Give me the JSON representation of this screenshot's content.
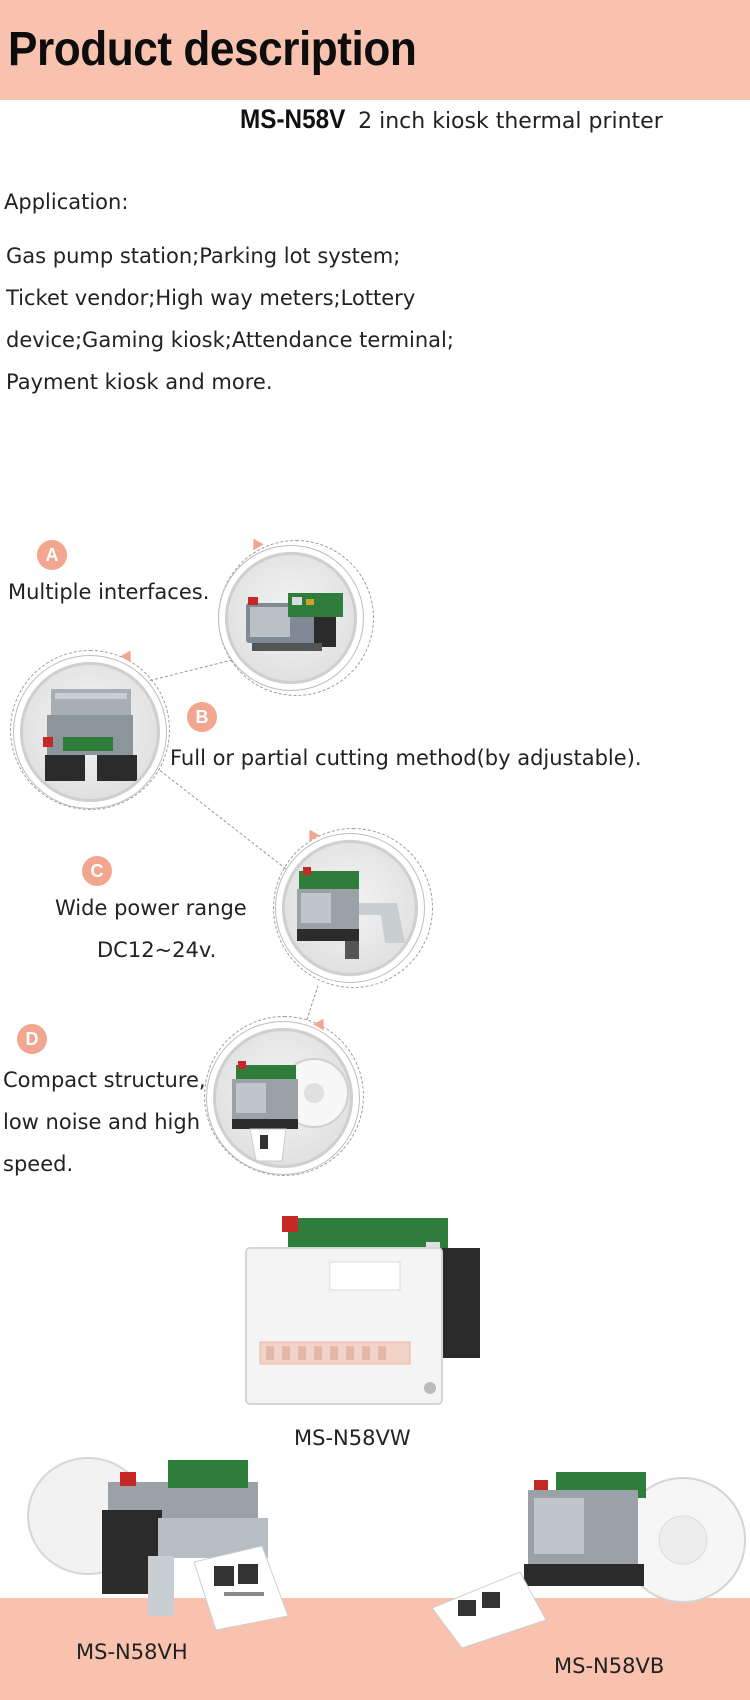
{
  "header": {
    "title": "Product description"
  },
  "model": {
    "name": "MS-N58V",
    "description": "2 inch kiosk thermal printer"
  },
  "application": {
    "label": "Application:",
    "lines": [
      "Gas pump station;Parking lot system;",
      "Ticket vendor;High way meters;Lottery",
      "device;Gaming kiosk;Attendance terminal;",
      "Payment kiosk and more."
    ]
  },
  "features": [
    {
      "letter": "A",
      "lines": [
        "Multiple interfaces."
      ]
    },
    {
      "letter": "B",
      "lines": [
        "Full or partial cutting method(by adjustable)."
      ]
    },
    {
      "letter": "C",
      "lines": [
        "Wide power range",
        "DC12~24v."
      ]
    },
    {
      "letter": "D",
      "lines": [
        "Compact structure,",
        "low noise and high",
        "speed."
      ]
    }
  ],
  "products": [
    {
      "label": "MS-N58VW"
    },
    {
      "label": "MS-N58VH"
    },
    {
      "label": "MS-N58VB"
    }
  ],
  "colors": {
    "accent": "#f8c2ae",
    "badge": "#f2a58f",
    "pcb": "#2e7d3a",
    "body_dark": "#2b2b2b"
  }
}
